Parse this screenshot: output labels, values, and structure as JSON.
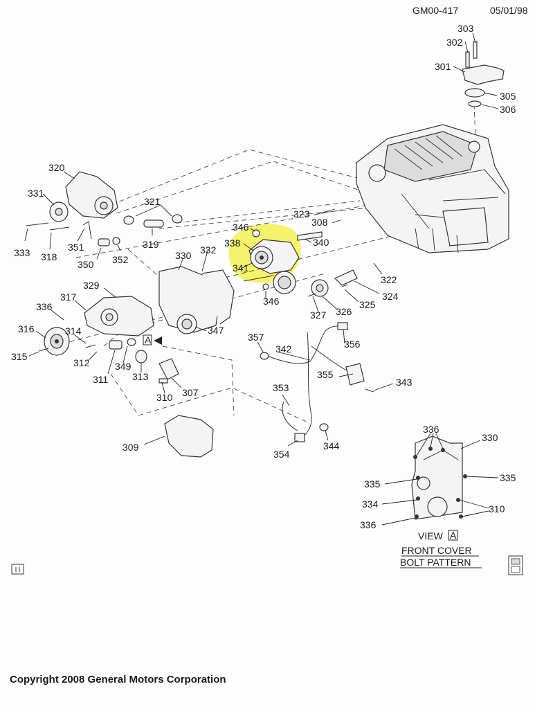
{
  "header": {
    "doc_id": "GM00-417",
    "date": "05/01/98"
  },
  "callouts": {
    "c303": "303",
    "c302": "302",
    "c301": "301",
    "c305": "305",
    "c306": "306",
    "c320": "320",
    "c331": "331",
    "c321": "321",
    "c333": "333",
    "c318": "318",
    "c351": "351",
    "c319": "319",
    "c350": "350",
    "c352": "352",
    "c323": "323",
    "c308": "308",
    "c346a": "346",
    "c338": "338",
    "c340": "340",
    "c341": "341",
    "c332": "332",
    "c330a": "330",
    "c322": "322",
    "c329": "329",
    "c324": "324",
    "c346b": "346",
    "c336a": "336",
    "c317": "317",
    "c325": "325",
    "c326": "326",
    "c327": "327",
    "c347": "347",
    "c316": "316",
    "c314": "314",
    "c357": "357",
    "c342": "342",
    "c356": "356",
    "c315": "315",
    "c312": "312",
    "c349": "349",
    "c313": "313",
    "c311": "311",
    "c355": "355",
    "c343": "343",
    "c310a": "310",
    "c307": "307",
    "c353": "353",
    "c309": "309",
    "c344": "344",
    "c354": "354",
    "c336b": "336",
    "c330b": "330",
    "c335a": "335",
    "c335b": "335",
    "c334": "334",
    "c310b": "310",
    "c336c": "336"
  },
  "view_marker": "A",
  "inset": {
    "view_label": "VIEW",
    "view_letter": "A",
    "title_line1": "FRONT COVER",
    "title_line2": "BOLT PATTERN"
  },
  "highlight_color": "#f2ee3a",
  "footer": {
    "copyright": "Copyright 2008 General Motors Corporation"
  }
}
